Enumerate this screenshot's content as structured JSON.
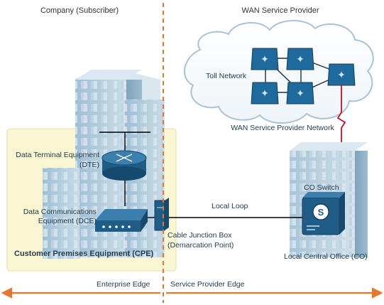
{
  "headings": {
    "left": "Company (Subscriber)",
    "right": "WAN Service Provider"
  },
  "cloud": {
    "toll_network": "Toll Network",
    "provider_network": "WAN Service Provider Network"
  },
  "devices": {
    "dte_line1": "Data Terminal Equipment",
    "dte_line2": "(DTE)",
    "dce_line1": "Data Communications",
    "dce_line2": "Equipment (DCE)",
    "co_switch": "CO Switch",
    "co_switch_glyph": "S",
    "local_central_office": "Local Central Office (CO)",
    "junction_line1": "Cable Junction Box",
    "junction_line2": "(Demarcation Point)",
    "local_loop": "Local Loop"
  },
  "cpe_label": "Customer Premises Equipment (CPE)",
  "edges": {
    "enterprise": "Enterprise Edge",
    "provider": "Service Provider Edge"
  },
  "colors": {
    "orange_accent": "#e8772e",
    "cpe_fill": "#fbf6d2",
    "building_blue": "#b5cfe0",
    "device_navy": "#1f5d86"
  }
}
